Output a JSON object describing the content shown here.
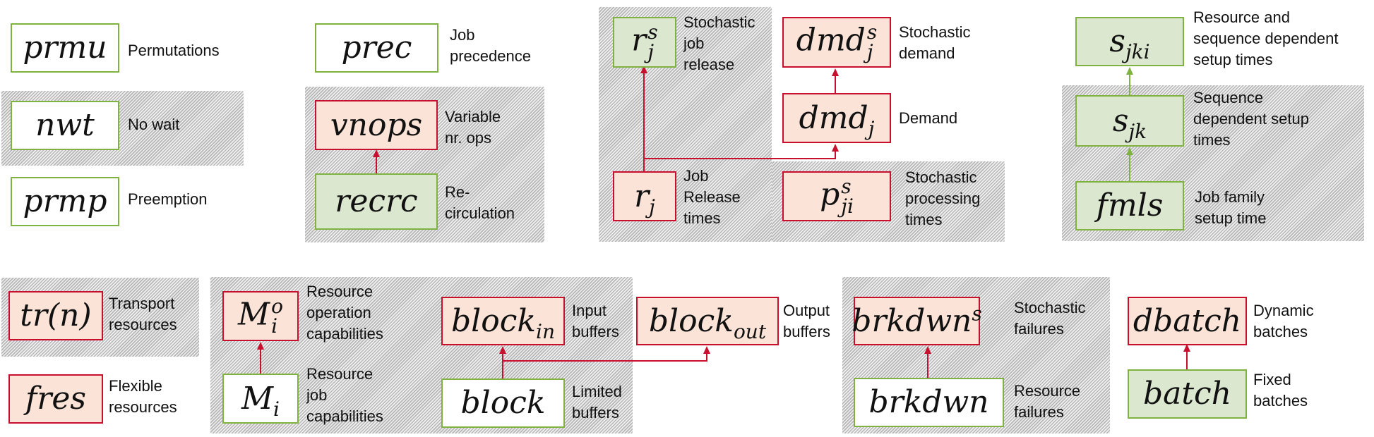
{
  "colors": {
    "green": "#7fb241",
    "green_fill": "#dbe8cf",
    "red": "#c8102e",
    "red_fill": "#fbe3d7",
    "hatch": "#dedede"
  },
  "nodes": {
    "prmu": {
      "base": "prmu",
      "label": "Permutations"
    },
    "nwt": {
      "base": "nwt",
      "label": "No wait"
    },
    "prmp": {
      "base": "prmp",
      "label": "Preemption"
    },
    "prec": {
      "base": "prec",
      "label": "Job\nprecedence"
    },
    "vnops": {
      "base": "vnops",
      "label": "Variable\nnr. ops"
    },
    "recrc": {
      "base": "recrc",
      "label": "Re-\ncirculation"
    },
    "rjs": {
      "base": "r",
      "sub": "j",
      "sup": "s",
      "label": "Stochastic\njob\nrelease"
    },
    "rj": {
      "base": "r",
      "sub": "j",
      "label": "Job\nRelease\ntimes"
    },
    "dmdjs": {
      "base": "dmd",
      "sub": "j",
      "sup": "s",
      "label": "Stochastic\ndemand"
    },
    "dmdj": {
      "base": "dmd",
      "sub": "j",
      "label": "Demand"
    },
    "pjis": {
      "base": "p",
      "sub": "ji",
      "sup": "s",
      "label": "Stochastic\nprocessing\ntimes"
    },
    "sjki": {
      "base": "s",
      "sub": "jki",
      "label": "Resource and\nsequence dependent\nsetup times"
    },
    "sjk": {
      "base": "s",
      "sub": "jk",
      "label": "Sequence\ndependent setup\ntimes"
    },
    "fmls": {
      "base": "fmls",
      "label": "Job family\nsetup time"
    },
    "trn": {
      "base": "tr(n)",
      "label": "Transport\nresources"
    },
    "fres": {
      "base": "fres",
      "label": "Flexible\nresources"
    },
    "mio": {
      "base": "M",
      "sub": "i",
      "sup": "o",
      "label": "Resource\noperation\ncapabilities"
    },
    "mi": {
      "base": "M",
      "sub": "i",
      "label": "Resource\njob\ncapabilities"
    },
    "blockin": {
      "base": "block",
      "sub": "in",
      "label": "Input\nbuffers"
    },
    "blockout": {
      "base": "block",
      "sub": "out",
      "label": "Output\nbuffers"
    },
    "block": {
      "base": "block",
      "label": "Limited\nbuffers"
    },
    "brkdwns": {
      "base": "brkdwn",
      "sup": "s",
      "label": "Stochastic\nfailures"
    },
    "brkdwn": {
      "base": "brkdwn",
      "label": "Resource\nfailures"
    },
    "dbatch": {
      "base": "dbatch",
      "label": "Dynamic\nbatches"
    },
    "batch": {
      "base": "batch",
      "label": "Fixed\nbatches"
    }
  }
}
